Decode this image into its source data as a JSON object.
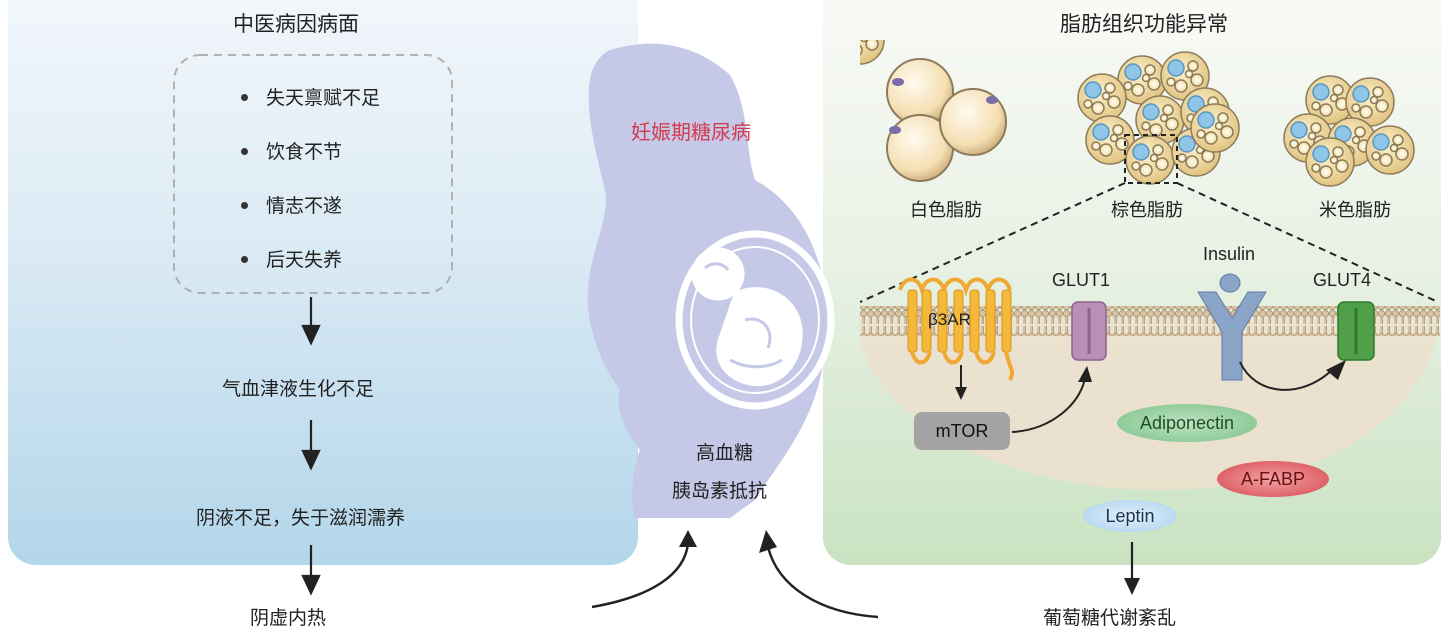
{
  "left_panel": {
    "title": "中医病因病面",
    "causes": [
      "失天禀赋不足",
      "饮食不节",
      "情志不遂",
      "后天失养"
    ],
    "flow": [
      "气血津液生化不足",
      "阴液不足，失于滋润濡养",
      "阴虚内热"
    ]
  },
  "center": {
    "disease_label": "妊娠期糖尿病",
    "symptoms": [
      "高血糖",
      "胰岛素抵抗"
    ],
    "colors": {
      "body": "#c4c8e6",
      "disease_text": "#d23c50"
    }
  },
  "right_panel": {
    "title": "脂肪组织功能异常",
    "fat_types": [
      "白色脂肪",
      "棕色脂肪",
      "米色脂肪"
    ],
    "receptors": {
      "b3ar": "β3AR",
      "glut1": "GLUT1",
      "insulin": "Insulin",
      "glut4": "GLUT4",
      "mtor": "mTOR"
    },
    "adipokines": [
      "Adiponectin",
      "A-FABP",
      "Leptin"
    ],
    "outcome": "葡萄糖代谢紊乱"
  },
  "colors": {
    "left_bg_top": "#f2f7fb",
    "left_bg_bottom": "#b9d9ec",
    "right_bg_top": "#fbfcfa",
    "right_bg_bottom": "#cfe6c8",
    "adiponectin": "#7cc288",
    "afabp": "#d8474f",
    "leptin": "#a8d0ee"
  }
}
